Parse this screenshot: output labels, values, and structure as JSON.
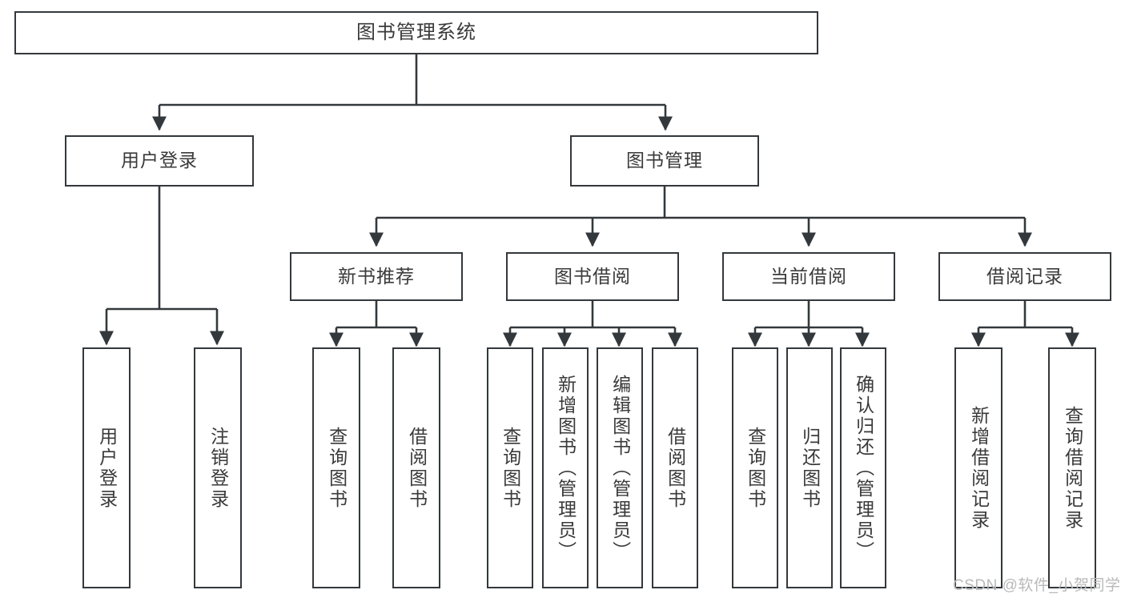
{
  "diagram": {
    "title": "图书管理系统",
    "type": "tree-hierarchy-diagram",
    "watermark": "CSDN @软件_小贺同学",
    "colors": {
      "stroke": "#33383c",
      "fill": "#ffffff",
      "text": "#3a3a3a",
      "watermark": "#b9b9b9"
    },
    "levels": {
      "root": {
        "label": "图书管理系统"
      },
      "level2": [
        {
          "label": "用户登录"
        },
        {
          "label": "图书管理"
        }
      ],
      "level3": [
        {
          "label": "新书推荐"
        },
        {
          "label": "图书借阅"
        },
        {
          "label": "当前借阅"
        },
        {
          "label": "借阅记录"
        }
      ],
      "leaves": [
        {
          "label": "用户登录",
          "parent": "用户登录"
        },
        {
          "label": "注销登录",
          "parent": "用户登录"
        },
        {
          "label": "查询图书",
          "parent": "新书推荐"
        },
        {
          "label": "借阅图书",
          "parent": "新书推荐"
        },
        {
          "label": "查询图书",
          "parent": "图书借阅"
        },
        {
          "label": "新增图书（管理员）",
          "parent": "图书借阅"
        },
        {
          "label": "编辑图书（管理员）",
          "parent": "图书借阅"
        },
        {
          "label": "借阅图书",
          "parent": "图书借阅"
        },
        {
          "label": "查询图书",
          "parent": "当前借阅"
        },
        {
          "label": "归还图书",
          "parent": "当前借阅"
        },
        {
          "label": "确认归还（管理员）",
          "parent": "当前借阅"
        },
        {
          "label": "新增借阅记录",
          "parent": "借阅记录"
        },
        {
          "label": "查询借阅记录",
          "parent": "借阅记录"
        }
      ]
    }
  }
}
